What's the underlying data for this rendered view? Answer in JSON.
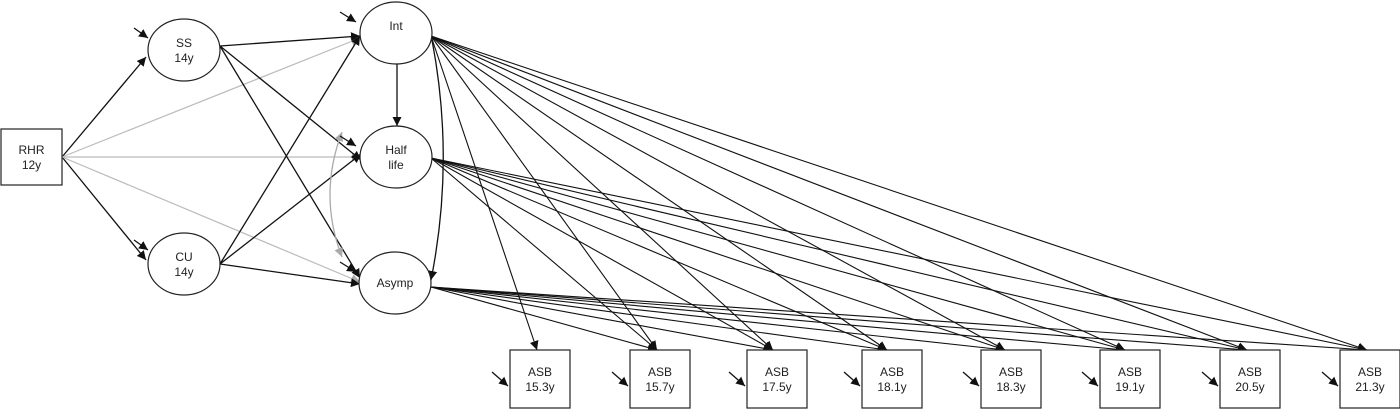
{
  "nodes": {
    "rhr": {
      "line1": "RHR",
      "line2": "12y"
    },
    "ss": {
      "line1": "SS",
      "line2": "14y"
    },
    "cu": {
      "line1": "CU",
      "line2": "14y"
    },
    "int": {
      "line1": "Int"
    },
    "half": {
      "line1": "Half",
      "line2": "life"
    },
    "asymp": {
      "line1": "Asymp"
    },
    "asb1": {
      "line1": "ASB",
      "line2": "15.3y"
    },
    "asb2": {
      "line1": "ASB",
      "line2": "15.7y"
    },
    "asb3": {
      "line1": "ASB",
      "line2": "17.5y"
    },
    "asb4": {
      "line1": "ASB",
      "line2": "18.1y"
    },
    "asb5": {
      "line1": "ASB",
      "line2": "18.3y"
    },
    "asb6": {
      "line1": "ASB",
      "line2": "19.1y"
    },
    "asb7": {
      "line1": "ASB",
      "line2": "20.5y"
    },
    "asb8": {
      "line1": "ASB",
      "line2": "21.3y"
    }
  },
  "edges": [
    [
      "rhr",
      "ss",
      "black"
    ],
    [
      "rhr",
      "cu",
      "black"
    ],
    [
      "rhr",
      "int",
      "gray"
    ],
    [
      "rhr",
      "half",
      "gray"
    ],
    [
      "rhr",
      "asymp",
      "gray"
    ],
    [
      "ss",
      "int",
      "black"
    ],
    [
      "ss",
      "half",
      "black"
    ],
    [
      "ss",
      "asymp",
      "black"
    ],
    [
      "cu",
      "int",
      "black"
    ],
    [
      "cu",
      "half",
      "black"
    ],
    [
      "cu",
      "asymp",
      "black"
    ],
    [
      "int",
      "half",
      "black"
    ]
  ],
  "colors": {
    "black": "#111111",
    "gray": "#bbbbbb"
  }
}
